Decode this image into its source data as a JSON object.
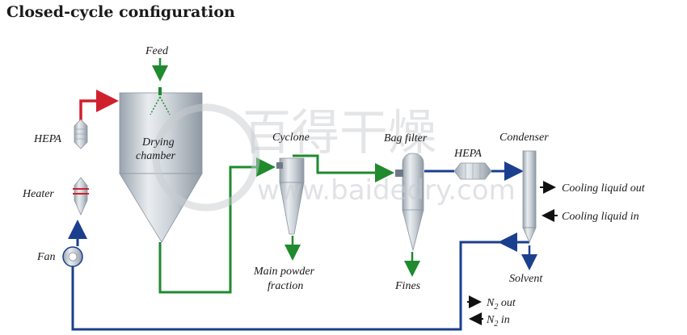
{
  "title": "Closed-cycle configuration",
  "labels": {
    "feed": "Feed",
    "hepa_left": "HEPA",
    "heater": "Heater",
    "fan": "Fan",
    "drying_chamber_1": "Drying",
    "drying_chamber_2": "chamber",
    "cyclone": "Cyclone",
    "main_powder_1": "Main powder",
    "main_powder_2": "fraction",
    "bag_filter": "Bag filter",
    "fines": "Fines",
    "hepa_right": "HEPA",
    "condenser": "Condenser",
    "cooling_out": "Cooling liquid out",
    "cooling_in": "Cooling liquid in",
    "solvent": "Solvent",
    "n2_out_n": "N",
    "n2_out_sub": "2",
    "n2_out_rest": " out",
    "n2_in_n": "N",
    "n2_in_sub": "2",
    "n2_in_rest": " in"
  },
  "watermark": {
    "text": "www.baidedry.com",
    "chinese": "百得干燥"
  },
  "colors": {
    "red": "#d0202e",
    "green": "#1f8a2e",
    "blue": "#1b3f8f",
    "equipment_light": "#e4e8ec",
    "equipment_dark": "#a9b2bb"
  }
}
